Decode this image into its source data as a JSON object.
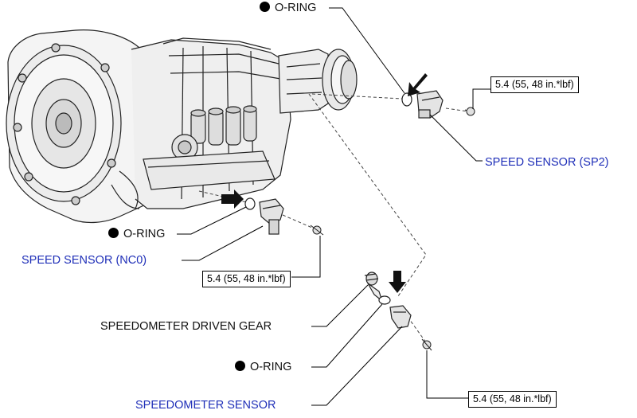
{
  "labels": {
    "oring_top": "O-RING",
    "speed_sensor_sp2": "SPEED SENSOR (SP2)",
    "oring_mid": "O-RING",
    "speed_sensor_nc0": "SPEED SENSOR (NC0)",
    "speedometer_driven_gear": "SPEEDOMETER DRIVEN GEAR",
    "oring_bottom": "O-RING",
    "speedometer_sensor": "SPEEDOMETER SENSOR"
  },
  "torque": {
    "sp2_bolt": "5.4 (55, 48 in.*lbf)",
    "nc0_bolt": "5.4 (55, 48 in.*lbf)",
    "speedometer_bolt": "5.4 (55, 48 in.*lbf)"
  },
  "colors": {
    "label_blue": "#1f2fb8",
    "line": "#000000",
    "drawing": "#222222"
  },
  "icons": {
    "bullet": "filled-black-circle",
    "arrow": "install-direction-arrow"
  }
}
